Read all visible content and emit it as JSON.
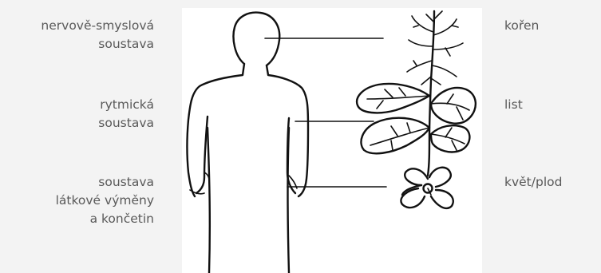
{
  "left_labels": [
    {
      "lines": [
        "nervově-smyslová",
        "soustava"
      ]
    },
    {
      "lines": [
        "rytmická",
        "soustava"
      ]
    },
    {
      "lines": [
        "soustava",
        "látkové výměny",
        "a končetin"
      ]
    }
  ],
  "right_labels": [
    {
      "text": "kořen"
    },
    {
      "text": "list"
    },
    {
      "text": "květ/plod"
    }
  ],
  "colors": {
    "background": "#f3f3f3",
    "panel": "#ffffff",
    "ink": "#111111",
    "label_text": "#595959"
  }
}
